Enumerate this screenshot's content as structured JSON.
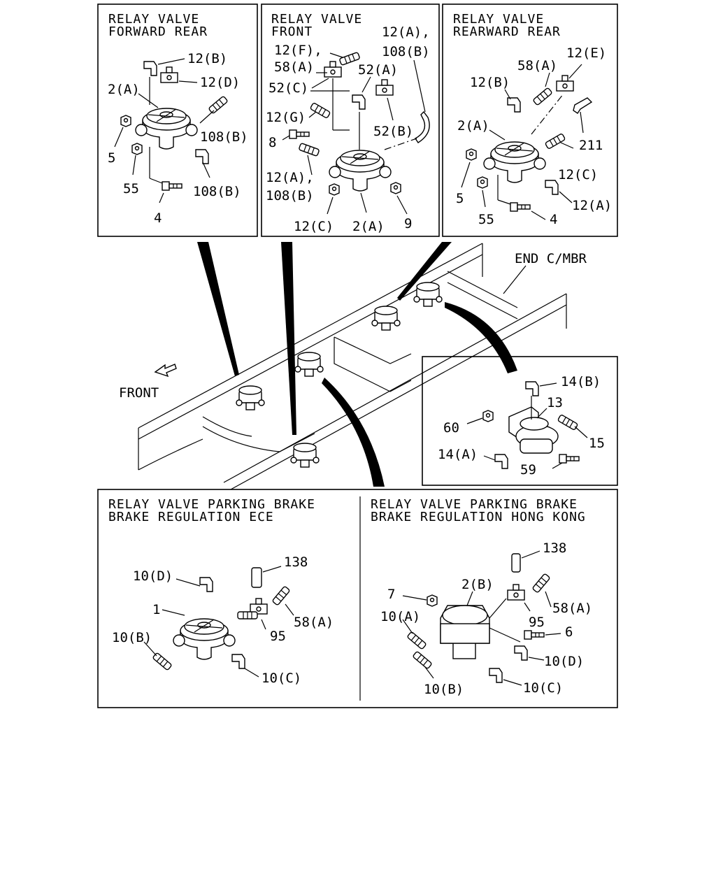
{
  "panels": {
    "forward_rear": {
      "title_line1": "RELAY VALVE",
      "title_line2": "FORWARD REAR",
      "labels": [
        "12(B)",
        "12(D)",
        "2(A)",
        "108(B)",
        "5",
        "55",
        "108(B)",
        "4"
      ]
    },
    "front": {
      "title_line1": "RELAY VALVE",
      "title_line2": "FRONT",
      "labels": [
        "12(A),",
        "108(B)",
        "12(F),",
        "58(A)",
        "52(A)",
        "52(C)",
        "12(G)",
        "52(B)",
        "8",
        "12(A),",
        "108(B)",
        "12(C)",
        "2(A)",
        "9"
      ]
    },
    "rearward_rear": {
      "title_line1": "RELAY VALVE",
      "title_line2": "REARWARD REAR",
      "labels": [
        "12(E)",
        "58(A)",
        "12(B)",
        "2(A)",
        "211",
        "12(C)",
        "5",
        "12(A)",
        "55",
        "4"
      ]
    },
    "chassis": {
      "end_label": "END C/MBR",
      "front_label": "FRONT"
    },
    "detail": {
      "labels": [
        "14(B)",
        "13",
        "60",
        "15",
        "14(A)",
        "59"
      ]
    },
    "parking_ece": {
      "title_line1": "RELAY VALVE PARKING BRAKE",
      "title_line2": "BRAKE REGULATION ECE",
      "labels": [
        "138",
        "10(D)",
        "1",
        "58(A)",
        "95",
        "10(B)",
        "10(C)"
      ]
    },
    "parking_hk": {
      "title_line1": "RELAY VALVE PARKING BRAKE",
      "title_line2": "BRAKE REGULATION HONG KONG",
      "labels": [
        "138",
        "2(B)",
        "7",
        "58(A)",
        "95",
        "10(A)",
        "6",
        "10(D)",
        "10(B)",
        "10(C)"
      ]
    }
  },
  "icons": [
    "relay-valve-icon",
    "elbow-fitting-icon",
    "nipple-fitting-icon",
    "tee-fitting-icon",
    "nut-icon",
    "bolt-icon",
    "bracket-valve-icon",
    "arrow-icon"
  ]
}
